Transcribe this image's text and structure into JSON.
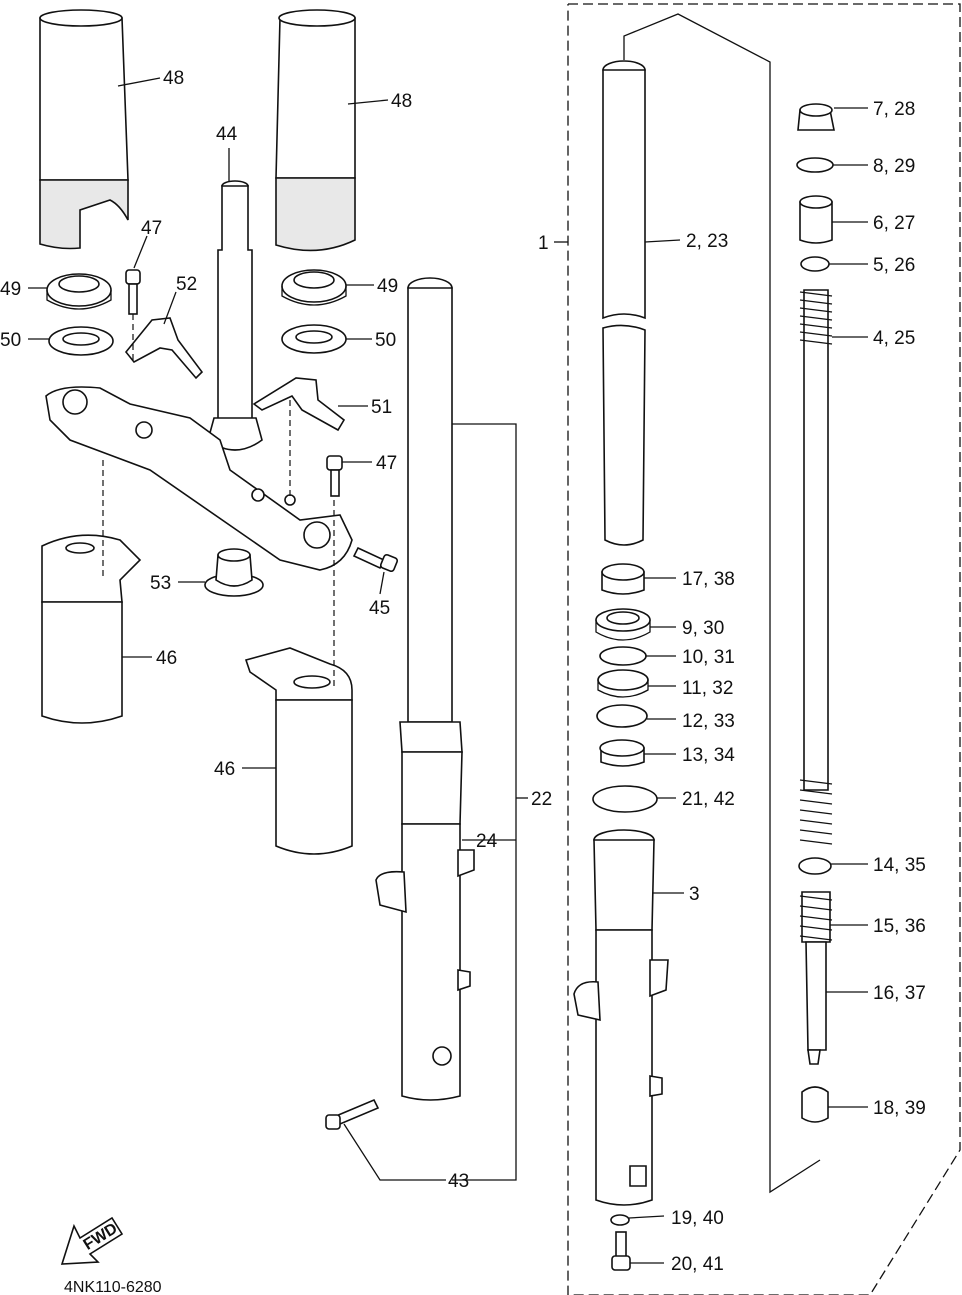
{
  "diagram_code": "4NK110-6280",
  "fwd_label": "FWD",
  "callouts": [
    {
      "id": "c48a",
      "text": "48"
    },
    {
      "id": "c48b",
      "text": "48"
    },
    {
      "id": "c44",
      "text": "44"
    },
    {
      "id": "c47a",
      "text": "47"
    },
    {
      "id": "c52",
      "text": "52"
    },
    {
      "id": "c49a",
      "text": "49"
    },
    {
      "id": "c49b",
      "text": "49"
    },
    {
      "id": "c50a",
      "text": "50"
    },
    {
      "id": "c50b",
      "text": "50"
    },
    {
      "id": "c51",
      "text": "51"
    },
    {
      "id": "c47b",
      "text": "47"
    },
    {
      "id": "c53",
      "text": "53"
    },
    {
      "id": "c45",
      "text": "45"
    },
    {
      "id": "c46a",
      "text": "46"
    },
    {
      "id": "c46b",
      "text": "46"
    },
    {
      "id": "c22",
      "text": "22"
    },
    {
      "id": "c24",
      "text": "24"
    },
    {
      "id": "c43",
      "text": "43"
    },
    {
      "id": "c1",
      "text": "1"
    },
    {
      "id": "c2",
      "text": "2, 23"
    },
    {
      "id": "c7",
      "text": "7, 28"
    },
    {
      "id": "c8",
      "text": "8, 29"
    },
    {
      "id": "c6",
      "text": "6, 27"
    },
    {
      "id": "c5",
      "text": "5, 26"
    },
    {
      "id": "c4",
      "text": "4, 25"
    },
    {
      "id": "c17",
      "text": "17, 38"
    },
    {
      "id": "c9",
      "text": "9, 30"
    },
    {
      "id": "c10",
      "text": "10, 31"
    },
    {
      "id": "c11",
      "text": "11, 32"
    },
    {
      "id": "c12",
      "text": "12, 33"
    },
    {
      "id": "c13",
      "text": "13, 34"
    },
    {
      "id": "c21",
      "text": "21, 42"
    },
    {
      "id": "c3",
      "text": "3"
    },
    {
      "id": "c14",
      "text": "14, 35"
    },
    {
      "id": "c15",
      "text": "15, 36"
    },
    {
      "id": "c16",
      "text": "16, 37"
    },
    {
      "id": "c18",
      "text": "18, 39"
    },
    {
      "id": "c19",
      "text": "19, 40"
    },
    {
      "id": "c20",
      "text": "20, 41"
    }
  ]
}
